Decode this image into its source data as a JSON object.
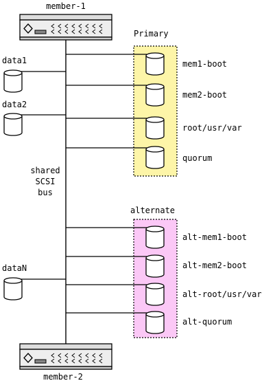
{
  "colors": {
    "primary_fill": "#fdf5a8",
    "alternate_fill": "#fbc8f6",
    "line": "#000000",
    "server_body": "#eeeeee"
  },
  "servers": {
    "top": {
      "label": "member-1"
    },
    "bottom": {
      "label": "member-2"
    }
  },
  "local_disks": [
    {
      "label": "data1"
    },
    {
      "label": "data2"
    },
    {
      "label": "dataN"
    }
  ],
  "bus": {
    "lines": [
      "shared",
      "SCSI",
      "bus"
    ]
  },
  "groups": {
    "primary": {
      "title": "Primary",
      "disks": [
        {
          "label": "mem1-boot"
        },
        {
          "label": "mem2-boot"
        },
        {
          "label": "root/usr/var"
        },
        {
          "label": "quorum"
        }
      ]
    },
    "alternate": {
      "title": "alternate",
      "disks": [
        {
          "label": "alt-mem1-boot"
        },
        {
          "label": "alt-mem2-boot"
        },
        {
          "label": "alt-root/usr/var"
        },
        {
          "label": "alt-quorum"
        }
      ]
    }
  }
}
